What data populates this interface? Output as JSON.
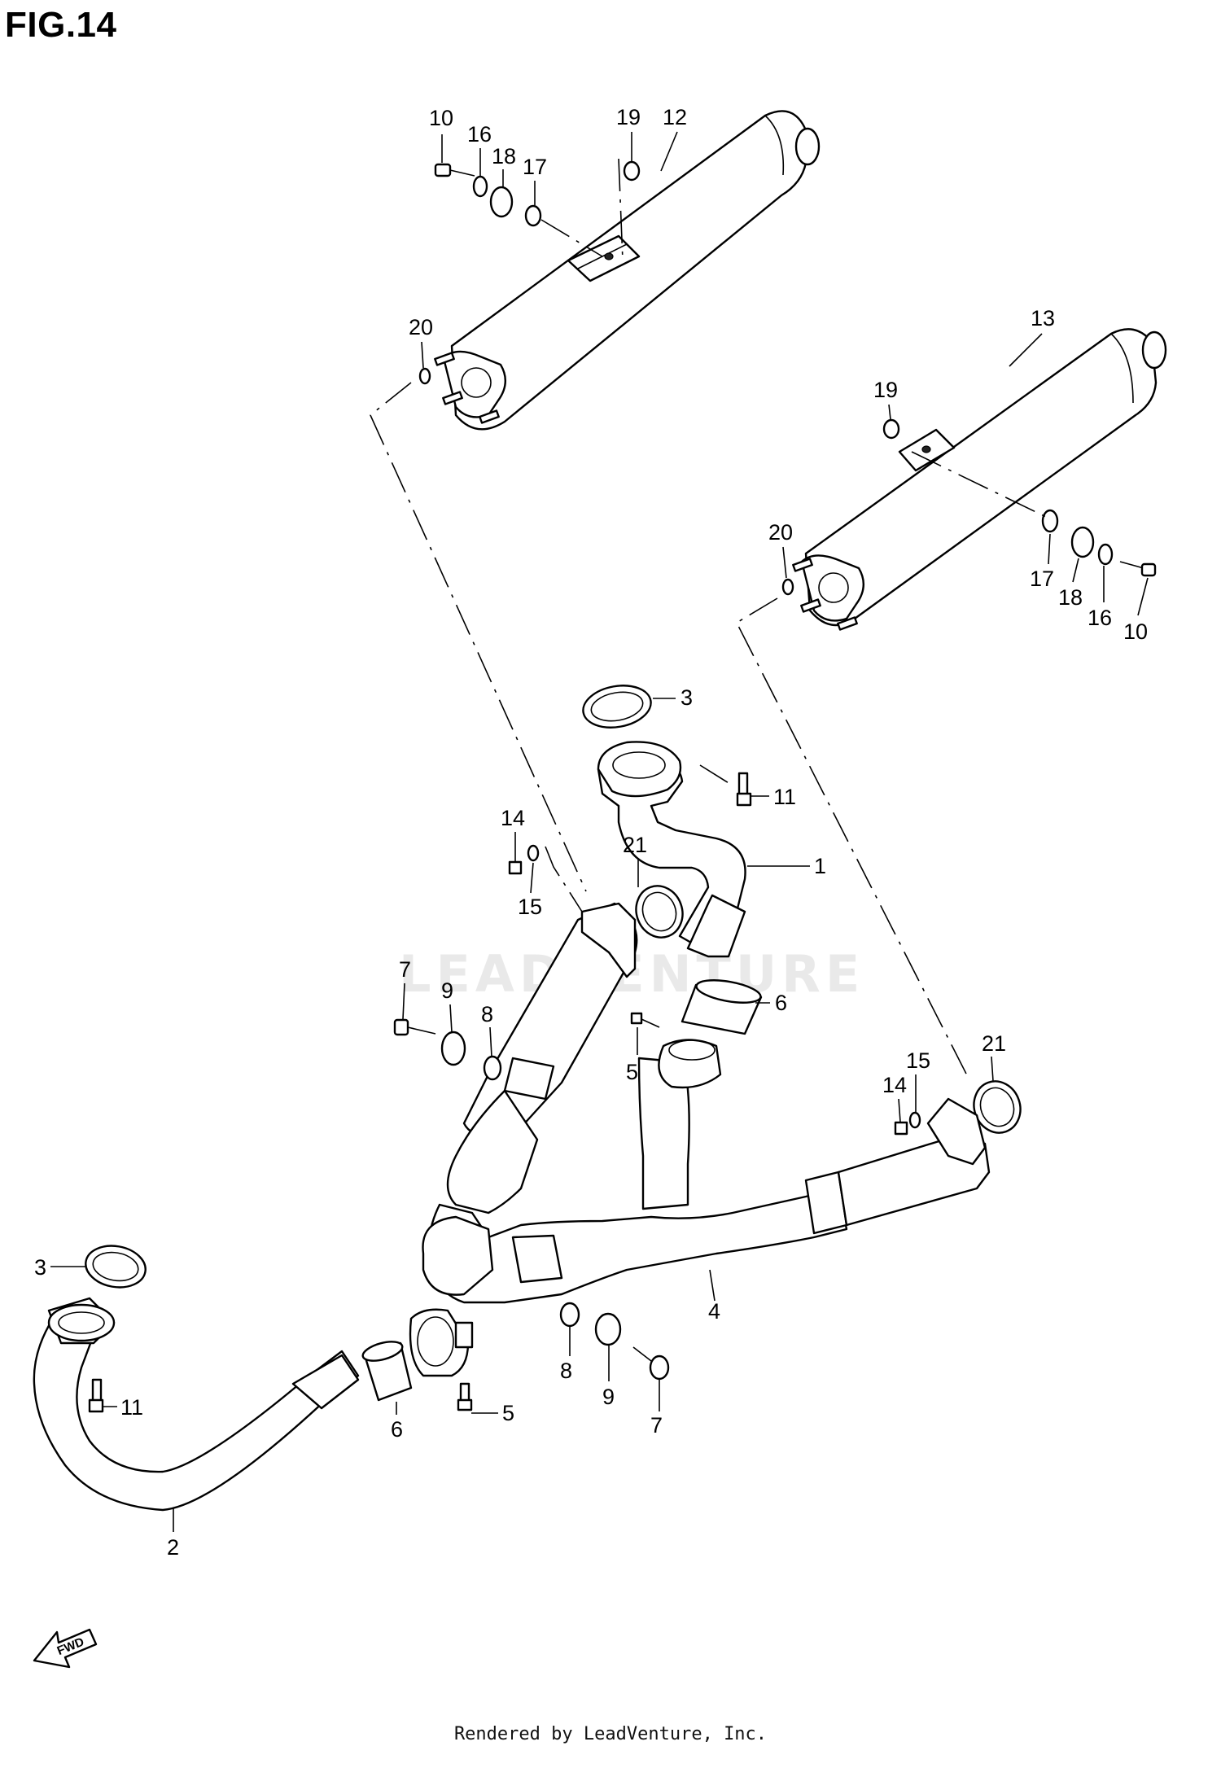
{
  "figure": {
    "title": "FIG.14",
    "watermark": "LEADVENTURE",
    "footer": "Rendered by LeadVenture, Inc.",
    "fwd_label": "FWD",
    "colors": {
      "ink": "#000000",
      "paper": "#ffffff",
      "watermark": "#e9e9e9"
    }
  },
  "callouts": [
    {
      "id": "c10a",
      "label": "10"
    },
    {
      "id": "c16a",
      "label": "16"
    },
    {
      "id": "c18a",
      "label": "18"
    },
    {
      "id": "c17a",
      "label": "17"
    },
    {
      "id": "c19a",
      "label": "19"
    },
    {
      "id": "c12",
      "label": "12"
    },
    {
      "id": "c20a",
      "label": "20"
    },
    {
      "id": "c13",
      "label": "13"
    },
    {
      "id": "c19b",
      "label": "19"
    },
    {
      "id": "c20b",
      "label": "20"
    },
    {
      "id": "c17b",
      "label": "17"
    },
    {
      "id": "c18b",
      "label": "18"
    },
    {
      "id": "c16b",
      "label": "16"
    },
    {
      "id": "c10b",
      "label": "10"
    },
    {
      "id": "c3a",
      "label": "3"
    },
    {
      "id": "c11a",
      "label": "11"
    },
    {
      "id": "c14a",
      "label": "14"
    },
    {
      "id": "c15a",
      "label": "15"
    },
    {
      "id": "c21a",
      "label": "21"
    },
    {
      "id": "c1",
      "label": "1"
    },
    {
      "id": "c7a",
      "label": "7"
    },
    {
      "id": "c9a",
      "label": "9"
    },
    {
      "id": "c8a",
      "label": "8"
    },
    {
      "id": "c6a",
      "label": "6"
    },
    {
      "id": "c5a",
      "label": "5"
    },
    {
      "id": "c21b",
      "label": "21"
    },
    {
      "id": "c15b",
      "label": "15"
    },
    {
      "id": "c14b",
      "label": "14"
    },
    {
      "id": "c3b",
      "label": "3"
    },
    {
      "id": "c11b",
      "label": "11"
    },
    {
      "id": "c4",
      "label": "4"
    },
    {
      "id": "c8b",
      "label": "8"
    },
    {
      "id": "c9b",
      "label": "9"
    },
    {
      "id": "c7b",
      "label": "7"
    },
    {
      "id": "c6b",
      "label": "6"
    },
    {
      "id": "c5b",
      "label": "5"
    },
    {
      "id": "c2",
      "label": "2"
    }
  ]
}
